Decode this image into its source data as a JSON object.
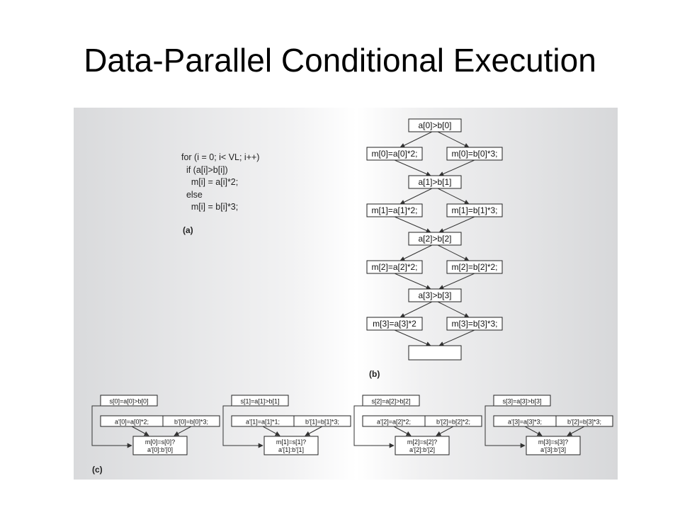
{
  "slide": {
    "title": "Data-Parallel Conditional Execution"
  },
  "panel_a": {
    "label": "(a)",
    "code_lines": [
      "for (i = 0; i< VL; i++)",
      "  if (a[i]>b[i])",
      "    m[i] = a[i]*2;",
      "  else",
      "    m[i] = b[i]*3;"
    ]
  },
  "panel_b": {
    "label": "(b)",
    "rows": [
      {
        "cond": "a[0]>b[0]",
        "then": "m[0]=a[0]*2;",
        "else": "m[0]=b[0]*3;"
      },
      {
        "cond": "a[1]>b[1]",
        "then": "m[1]=a[1]*2;",
        "else": "m[1]=b[1]*3;"
      },
      {
        "cond": "a[2]>b[2]",
        "then": "m[2]=a[2]*2;",
        "else": "m[2]=b[2]*2;"
      },
      {
        "cond": "a[3]>b[3]",
        "then": "m[3]=a[3]*2",
        "else": "m[3]=b[3]*3;"
      }
    ],
    "final": ""
  },
  "panel_c": {
    "label": "(c)",
    "groups": [
      {
        "cond": "s[0]=a[0]>b[0]",
        "a": "a'[0]=a[0]*2;",
        "b": "b'[0]=b[0]*3;",
        "sel1": "m[0]=s[0]?",
        "sel2": "a'[0]:b'[0]"
      },
      {
        "cond": "s[1]=a[1]>b[1]",
        "a": "a'[1]=a[1]*1;",
        "b": "b'[1]=b[1]*3;",
        "sel1": "m[1]=s[1]?",
        "sel2": "a'[1]:b'[1]"
      },
      {
        "cond": "s[2]=a[2]>b[2]",
        "a": "a'[2]=a[2]*2;",
        "b": "b'[2]=b[2]*2;",
        "sel1": "m[2]=s[2]?",
        "sel2": "a'[2]:b'[2]"
      },
      {
        "cond": "s[3]=a[3]>b[3]",
        "a": "a'[3]=a[3]*3;",
        "b": "b'[2]=b[3]*3;",
        "sel1": "m[3]=s[3]?",
        "sel2": "a'[3]:b'[3]"
      }
    ]
  }
}
